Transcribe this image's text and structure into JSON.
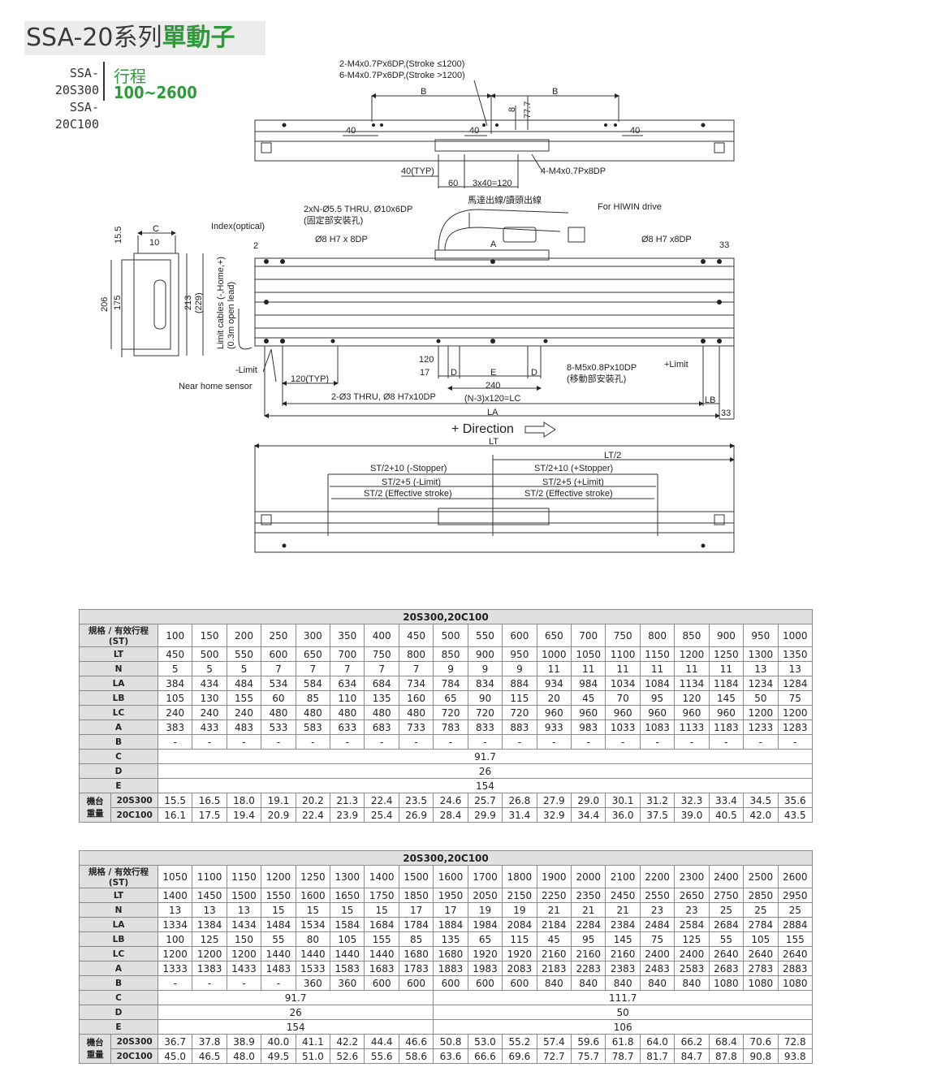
{
  "header": {
    "title_prefix": "SSA-20系列",
    "title_highlight": "單動子",
    "model_1": "SSA-20S300",
    "model_2": "SSA-20C100",
    "stroke_label": "行程",
    "stroke_range": "100~2600"
  },
  "drawing": {
    "top_note_1": "2-M4x0.7Px6DP,(Stroke ≤1200)",
    "top_note_2": "6-M4x0.7Px6DP,(Stroke >1200)",
    "b_left": "B",
    "b_right": "B",
    "dim_8": "8",
    "dim_77_7": "77.7",
    "dim_40_a": "40",
    "dim_40_b": "40",
    "dim_40_c": "40",
    "dim_40_typ": "40(TYP)",
    "dim_60": "60",
    "dim_3x40": "3x40=120",
    "m4_note": "4-M4x0.7Px8DP",
    "motor_cable": "馬達出線/讀頭出線",
    "hiwin_drive": "For HIWIN drive",
    "thru_note_1": "2xN-Ø5.5 THRU, Ø10x6DP",
    "thru_note_2": "(固定部安裝孔)",
    "index_optical": "Index(optical)",
    "h7_left": "Ø8 H7 x 8DP",
    "h7_right": "Ø8 H7 x8DP",
    "dim_c": "C",
    "dim_10": "10",
    "dim_15_5": "15.5",
    "dim_2": "2",
    "dim_a": "A",
    "dim_33_top": "33",
    "dim_206": "206",
    "dim_175": "175",
    "dim_213": "213",
    "dim_229": "(229)",
    "limit_cables_1": "Limit cables (-,Home,+)",
    "limit_cables_2": "(0.3m open lead)",
    "minus_limit": "-Limit",
    "plus_limit": "+Limit",
    "near_home": "Near home sensor",
    "dim_120": "120",
    "dim_17": "17",
    "dim_d1": "D",
    "dim_e": "E",
    "dim_d2": "D",
    "dim_120typ": "120(TYP)",
    "dim_240": "240",
    "m5_note_1": "8-M5x0.8Px10DP",
    "m5_note_2": "(移動部安裝孔)",
    "thru_h7": "2-Ø3 THRU, Ø8 H7x10DP",
    "n3_lc": "(N-3)x120=LC",
    "dim_lb": "LB",
    "dim_la": "LA",
    "dim_33_bottom": "33",
    "direction": "+ Direction",
    "dim_lt": "LT",
    "dim_lt2": "LT/2",
    "st_stopper_minus": "ST/2+10 (-Stopper)",
    "st_stopper_plus": "ST/2+10 (+Stopper)",
    "st_limit_minus": "ST/2+5 (-Limit)",
    "st_limit_plus": "ST/2+5 (+Limit)",
    "st_eff_left": "ST/2 (Effective stroke)",
    "st_eff_right": "ST/2 (Effective stroke)"
  },
  "tables": [
    {
      "caption": "20S300,20C100",
      "st_label": "規格 / 有效行程 (ST)",
      "st": [
        "100",
        "150",
        "200",
        "250",
        "300",
        "350",
        "400",
        "450",
        "500",
        "550",
        "600",
        "650",
        "700",
        "750",
        "800",
        "850",
        "900",
        "950",
        "1000"
      ],
      "rows": [
        {
          "label": "LT",
          "values": [
            "450",
            "500",
            "550",
            "600",
            "650",
            "700",
            "750",
            "800",
            "850",
            "900",
            "950",
            "1000",
            "1050",
            "1100",
            "1150",
            "1200",
            "1250",
            "1300",
            "1350"
          ]
        },
        {
          "label": "N",
          "values": [
            "5",
            "5",
            "5",
            "7",
            "7",
            "7",
            "7",
            "7",
            "9",
            "9",
            "9",
            "11",
            "11",
            "11",
            "11",
            "11",
            "11",
            "13",
            "13"
          ]
        },
        {
          "label": "LA",
          "values": [
            "384",
            "434",
            "484",
            "534",
            "584",
            "634",
            "684",
            "734",
            "784",
            "834",
            "884",
            "934",
            "984",
            "1034",
            "1084",
            "1134",
            "1184",
            "1234",
            "1284"
          ]
        },
        {
          "label": "LB",
          "values": [
            "105",
            "130",
            "155",
            "60",
            "85",
            "110",
            "135",
            "160",
            "65",
            "90",
            "115",
            "20",
            "45",
            "70",
            "95",
            "120",
            "145",
            "50",
            "75"
          ]
        },
        {
          "label": "LC",
          "values": [
            "240",
            "240",
            "240",
            "480",
            "480",
            "480",
            "480",
            "480",
            "720",
            "720",
            "720",
            "960",
            "960",
            "960",
            "960",
            "960",
            "960",
            "1200",
            "1200"
          ]
        },
        {
          "label": "A",
          "values": [
            "383",
            "433",
            "483",
            "533",
            "583",
            "633",
            "683",
            "733",
            "783",
            "833",
            "883",
            "933",
            "983",
            "1033",
            "1083",
            "1133",
            "1183",
            "1233",
            "1283"
          ]
        },
        {
          "label": "B",
          "values": [
            "-",
            "-",
            "-",
            "-",
            "-",
            "-",
            "-",
            "-",
            "-",
            "-",
            "-",
            "-",
            "-",
            "-",
            "-",
            "-",
            "-",
            "-",
            "-"
          ]
        }
      ],
      "merged_rows": [
        {
          "label": "C",
          "spans": [
            {
              "span": 19,
              "value": "91.7"
            }
          ]
        },
        {
          "label": "D",
          "spans": [
            {
              "span": 19,
              "value": "26"
            }
          ]
        },
        {
          "label": "E",
          "spans": [
            {
              "span": 19,
              "value": "154"
            }
          ]
        }
      ],
      "weight_group": "機台\n重量",
      "weight_rows": [
        {
          "label": "20S300",
          "values": [
            "15.5",
            "16.5",
            "18.0",
            "19.1",
            "20.2",
            "21.3",
            "22.4",
            "23.5",
            "24.6",
            "25.7",
            "26.8",
            "27.9",
            "29.0",
            "30.1",
            "31.2",
            "32.3",
            "33.4",
            "34.5",
            "35.6"
          ]
        },
        {
          "label": "20C100",
          "values": [
            "16.1",
            "17.5",
            "19.4",
            "20.9",
            "22.4",
            "23.9",
            "25.4",
            "26.9",
            "28.4",
            "29.9",
            "31.4",
            "32.9",
            "34.4",
            "36.0",
            "37.5",
            "39.0",
            "40.5",
            "42.0",
            "43.5"
          ]
        }
      ]
    },
    {
      "caption": "20S300,20C100",
      "st_label": "規格 / 有效行程 (ST)",
      "st": [
        "1050",
        "1100",
        "1150",
        "1200",
        "1250",
        "1300",
        "1400",
        "1500",
        "1600",
        "1700",
        "1800",
        "1900",
        "2000",
        "2100",
        "2200",
        "2300",
        "2400",
        "2500",
        "2600"
      ],
      "rows": [
        {
          "label": "LT",
          "values": [
            "1400",
            "1450",
            "1500",
            "1550",
            "1600",
            "1650",
            "1750",
            "1850",
            "1950",
            "2050",
            "2150",
            "2250",
            "2350",
            "2450",
            "2550",
            "2650",
            "2750",
            "2850",
            "2950"
          ]
        },
        {
          "label": "N",
          "values": [
            "13",
            "13",
            "13",
            "15",
            "15",
            "15",
            "15",
            "17",
            "17",
            "19",
            "19",
            "21",
            "21",
            "21",
            "23",
            "23",
            "25",
            "25",
            "25"
          ]
        },
        {
          "label": "LA",
          "values": [
            "1334",
            "1384",
            "1434",
            "1484",
            "1534",
            "1584",
            "1684",
            "1784",
            "1884",
            "1984",
            "2084",
            "2184",
            "2284",
            "2384",
            "2484",
            "2584",
            "2684",
            "2784",
            "2884"
          ]
        },
        {
          "label": "LB",
          "values": [
            "100",
            "125",
            "150",
            "55",
            "80",
            "105",
            "155",
            "85",
            "135",
            "65",
            "115",
            "45",
            "95",
            "145",
            "75",
            "125",
            "55",
            "105",
            "155"
          ]
        },
        {
          "label": "LC",
          "values": [
            "1200",
            "1200",
            "1200",
            "1440",
            "1440",
            "1440",
            "1440",
            "1680",
            "1680",
            "1920",
            "1920",
            "2160",
            "2160",
            "2160",
            "2400",
            "2400",
            "2640",
            "2640",
            "2640"
          ]
        },
        {
          "label": "A",
          "values": [
            "1333",
            "1383",
            "1433",
            "1483",
            "1533",
            "1583",
            "1683",
            "1783",
            "1883",
            "1983",
            "2083",
            "2183",
            "2283",
            "2383",
            "2483",
            "2583",
            "2683",
            "2783",
            "2883"
          ]
        },
        {
          "label": "B",
          "values": [
            "-",
            "-",
            "-",
            "-",
            "360",
            "360",
            "600",
            "600",
            "600",
            "600",
            "600",
            "840",
            "840",
            "840",
            "840",
            "840",
            "1080",
            "1080",
            "1080"
          ]
        }
      ],
      "merged_rows": [
        {
          "label": "C",
          "spans": [
            {
              "span": 8,
              "value": "91.7"
            },
            {
              "span": 11,
              "value": "111.7"
            }
          ]
        },
        {
          "label": "D",
          "spans": [
            {
              "span": 8,
              "value": "26"
            },
            {
              "span": 11,
              "value": "50"
            }
          ]
        },
        {
          "label": "E",
          "spans": [
            {
              "span": 8,
              "value": "154"
            },
            {
              "span": 11,
              "value": "106"
            }
          ]
        }
      ],
      "weight_group": "機台\n重量",
      "weight_rows": [
        {
          "label": "20S300",
          "values": [
            "36.7",
            "37.8",
            "38.9",
            "40.0",
            "41.1",
            "42.2",
            "44.4",
            "46.6",
            "50.8",
            "53.0",
            "55.2",
            "57.4",
            "59.6",
            "61.8",
            "64.0",
            "66.2",
            "68.4",
            "70.6",
            "72.8"
          ]
        },
        {
          "label": "20C100",
          "values": [
            "45.0",
            "46.5",
            "48.0",
            "49.5",
            "51.0",
            "52.6",
            "55.6",
            "58.6",
            "63.6",
            "66.6",
            "69.6",
            "72.7",
            "75.7",
            "78.7",
            "81.7",
            "84.7",
            "87.8",
            "90.8",
            "93.8"
          ]
        }
      ]
    }
  ]
}
